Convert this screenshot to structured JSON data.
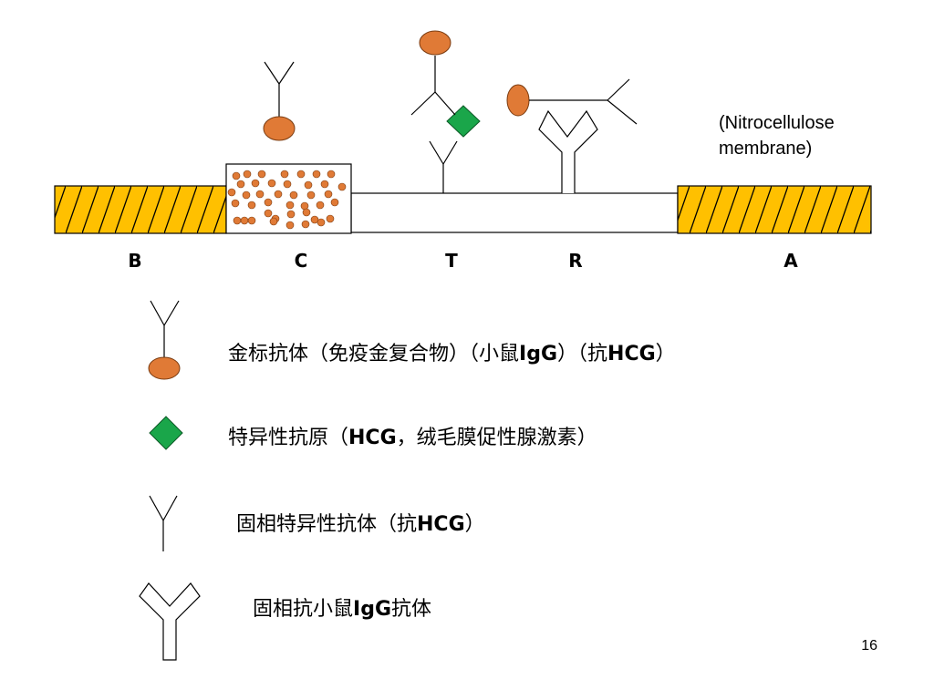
{
  "colors": {
    "pad_fill": "#ffc000",
    "gold_particle": "#e07a36",
    "antigen": "#1aa64a",
    "line": "#000000"
  },
  "icons": {
    "gold_labeled_antibody": "y-antibody-with-gold-sphere-icon",
    "antigen": "green-diamond-icon",
    "capture_antibody": "thin-y-antibody-icon",
    "anti_mouse_antibody": "outlined-y-antibody-icon"
  },
  "zones": {
    "b": "B",
    "c": "C",
    "t": "T",
    "r": "R",
    "a": "A"
  },
  "membrane_note": {
    "line1": "(Nitrocellulose",
    "line2": "membrane)"
  },
  "legend": {
    "gold_conjugate": {
      "p1": "金标抗体（免疫金复合物）（小鼠",
      "b1": "IgG",
      "p2": "）（抗",
      "b2": "HCG",
      "p3": "）"
    },
    "antigen": {
      "p1": "特异性抗原（",
      "b1": "HCG",
      "p2": "，绒毛膜促性腺激素）"
    },
    "capture_antibody": {
      "p1": "固相特异性抗体（抗",
      "b1": "HCG",
      "p2": "）"
    },
    "control_antibody": {
      "p1": "固相抗小鼠",
      "b1": "IgG",
      "p2": "抗体"
    }
  },
  "page_number": "16"
}
